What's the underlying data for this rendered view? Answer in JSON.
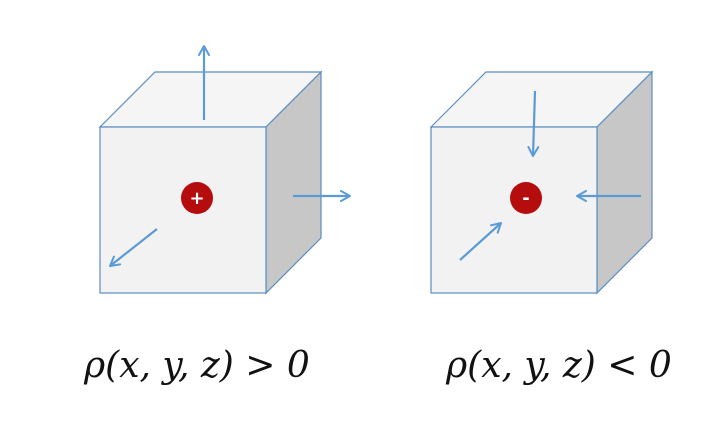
{
  "colors": {
    "cube_front": "#f2f2f2",
    "cube_top": "#f5f5f5",
    "cube_side": "#c7c7c7",
    "cube_edge": "#5a8ec4",
    "arrow": "#5b9bd5",
    "charge_fill": "#b50d0d",
    "charge_text": "#ffffff"
  },
  "icons": {
    "outward_arrow": "arrow-icon",
    "inward_arrow": "arrow-icon"
  },
  "cubes": [
    {
      "id": "positive",
      "charge_symbol": "+",
      "flux_direction": "outward",
      "formula": "ρ(x, y, z) > 0"
    },
    {
      "id": "negative",
      "charge_symbol": "-",
      "flux_direction": "inward",
      "formula": "ρ(x, y, z) < 0"
    }
  ]
}
